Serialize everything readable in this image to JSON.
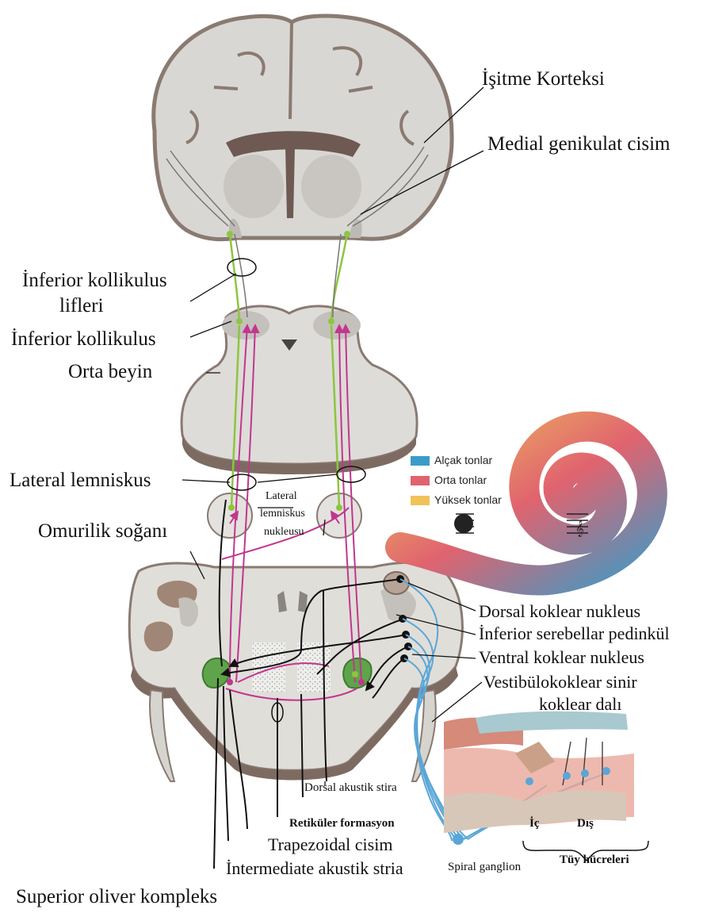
{
  "labels": {
    "auditory_cortex": "İşitme Korteksi",
    "medial_geniculate": "Medial genikulat cisim",
    "inferior_colliculus_fibers_1": "İnferior kollikulus",
    "inferior_colliculus_fibers_2": "lifleri",
    "inferior_colliculus": "İnferior kollikulus",
    "midbrain": "Orta beyin",
    "lateral_lemniscus": "Lateral lemniskus",
    "lateral_lemniscus_nucleus_1": "Lateral",
    "lateral_lemniscus_nucleus_2": "lemniskus",
    "lateral_lemniscus_nucleus_3": "nukleusu",
    "medulla": "Omurilik soğanı",
    "dorsal_cochlear_nucleus": "Dorsal koklear nukleus",
    "inferior_cerebellar_peduncle": "İnferior serebellar pedinkül",
    "ventral_cochlear_nucleus": "Ventral koklear nukleus",
    "vestibulocochlear_1": "Vestibülokoklear sinir",
    "vestibulocochlear_2": "koklear dalı",
    "dorsal_acoustic_stria": "Dorsal akustik stira",
    "reticular_formation": "Retiküler formasyon",
    "trapezoid_body": "Trapezoidal cisim",
    "intermediate_acoustic_stria": "İntermediate akustik stria",
    "superior_olivary_complex": "Superior oliver kompleks",
    "spiral_ganglion": "Spiral ganglion",
    "inner": "İç",
    "outer": "Dış",
    "hair_cells": "Tüy hücreleri"
  },
  "legend": [
    {
      "label": "Alçak tonlar",
      "color": "#3a9cc8"
    },
    {
      "label": "Orta tonlar",
      "color": "#e0636f"
    },
    {
      "label": "Yüksek tonlar",
      "color": "#f0c35a"
    }
  ],
  "colors": {
    "green_pathway": "#8cc63f",
    "magenta_pathway": "#c2368f",
    "black_pathway": "#111111",
    "blue_nerve": "#5aa6d8",
    "brain_tissue": "#d4d2cf",
    "brain_dark": "#8a7a72",
    "nucleus_green": "#5fa34a"
  }
}
